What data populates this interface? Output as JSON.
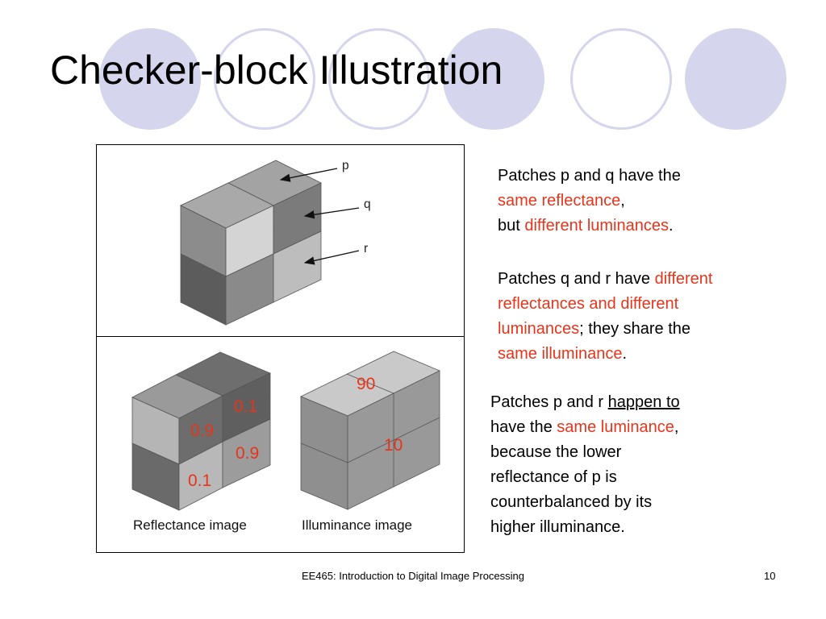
{
  "title": "Checker-block Illustration",
  "figure": {
    "labels": {
      "p": "p",
      "q": "q",
      "r": "r"
    },
    "reflectance_values": {
      "top_right": "0.1",
      "front_left": "0.9",
      "front_right_lower": "0.9",
      "bottom_left": "0.1"
    },
    "illuminance_values": {
      "top": "90",
      "side": "10"
    },
    "reflectance_caption": "Reflectance image",
    "illuminance_caption": "Illuminance image"
  },
  "paragraphs": {
    "p1": {
      "l1": "Patches p and q have the",
      "l2_hl": "same reflectance",
      "l2_tail": ",",
      "l3_pre": "but ",
      "l3_hl": "different luminances",
      "l3_tail": "."
    },
    "p2": {
      "l1_pre": "Patches q and r have ",
      "l1_hl": "different",
      "l2_hl": "reflectances and different",
      "l3_hl": "luminances",
      "l3_tail": "; they share the",
      "l4_hl": "same illuminance",
      "l4_tail": "."
    },
    "p3": {
      "l1_pre": "Patches p and r ",
      "l1_ul": "happen to",
      "l2_pre": "have the ",
      "l2_hl": "same luminance",
      "l2_tail": ",",
      "l3": "because the lower",
      "l4": "reflectance of p is",
      "l5": "counterbalanced by its",
      "l6": "higher illuminance."
    }
  },
  "footer": {
    "course": "EE465: Introduction to Digital Image Processing",
    "page": "10"
  },
  "colors": {
    "accent_red": "#e8341a",
    "decor_circle": "#d5d5ed"
  }
}
